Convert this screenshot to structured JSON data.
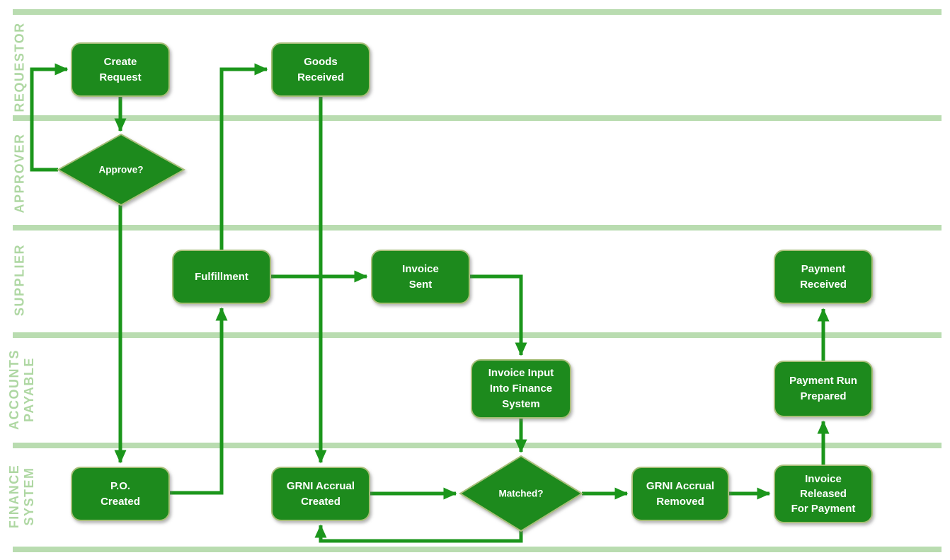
{
  "diagram": {
    "type": "swimlane-flowchart",
    "colors": {
      "node_fill": "#1d8a1d",
      "node_border": "#a9bf7a",
      "node_text": "#ffffff",
      "arrow": "#1b961b",
      "lane_bar": "#b9dcb0",
      "lane_label_text": "#aed7a2",
      "background": "#ffffff"
    },
    "lanes": [
      {
        "label": "REQUESTOR"
      },
      {
        "label": "APPROVER"
      },
      {
        "label": "SUPPLIER"
      },
      {
        "label": "ACCOUNTS\nPAYABLE"
      },
      {
        "label": "FINANCE\nSYSTEM"
      }
    ],
    "nodes": {
      "create_request": {
        "label": "Create\nRequest",
        "shape": "process",
        "lane": "REQUESTOR"
      },
      "approve": {
        "label": "Approve?",
        "shape": "decision",
        "lane": "APPROVER"
      },
      "goods_received": {
        "label": "Goods\nReceived",
        "shape": "process",
        "lane": "REQUESTOR"
      },
      "fulfillment": {
        "label": "Fulfillment",
        "shape": "process",
        "lane": "SUPPLIER"
      },
      "invoice_sent": {
        "label": "Invoice\nSent",
        "shape": "process",
        "lane": "SUPPLIER"
      },
      "payment_received": {
        "label": "Payment\nReceived",
        "shape": "process",
        "lane": "SUPPLIER"
      },
      "invoice_input_finance": {
        "label": "Invoice Input\nInto Finance\nSystem",
        "shape": "process",
        "lane": "ACCOUNTS PAYABLE"
      },
      "payment_run_prepared": {
        "label": "Payment Run\nPrepared",
        "shape": "process",
        "lane": "ACCOUNTS PAYABLE"
      },
      "po_created": {
        "label": "P.O.\nCreated",
        "shape": "process",
        "lane": "FINANCE SYSTEM"
      },
      "grni_accrual_created": {
        "label": "GRNI Accrual\nCreated",
        "shape": "process",
        "lane": "FINANCE SYSTEM"
      },
      "matched": {
        "label": "Matched?",
        "shape": "decision",
        "lane": "FINANCE SYSTEM"
      },
      "grni_accrual_removed": {
        "label": "GRNI Accrual\nRemoved",
        "shape": "process",
        "lane": "FINANCE SYSTEM"
      },
      "invoice_released": {
        "label": "Invoice\nReleased\nFor Payment",
        "shape": "process",
        "lane": "FINANCE SYSTEM"
      }
    },
    "edges": [
      {
        "from": "create_request",
        "to": "approve"
      },
      {
        "from": "approve",
        "to": "create_request"
      },
      {
        "from": "approve",
        "to": "po_created"
      },
      {
        "from": "po_created",
        "to": "fulfillment"
      },
      {
        "from": "fulfillment",
        "to": "goods_received"
      },
      {
        "from": "goods_received",
        "to": "grni_accrual_created"
      },
      {
        "from": "fulfillment",
        "to": "invoice_sent"
      },
      {
        "from": "invoice_sent",
        "to": "invoice_input_finance"
      },
      {
        "from": "invoice_input_finance",
        "to": "matched"
      },
      {
        "from": "grni_accrual_created",
        "to": "matched"
      },
      {
        "from": "matched",
        "to": "grni_accrual_created"
      },
      {
        "from": "matched",
        "to": "grni_accrual_removed"
      },
      {
        "from": "grni_accrual_removed",
        "to": "invoice_released"
      },
      {
        "from": "invoice_released",
        "to": "payment_run_prepared"
      },
      {
        "from": "payment_run_prepared",
        "to": "payment_received"
      }
    ]
  }
}
